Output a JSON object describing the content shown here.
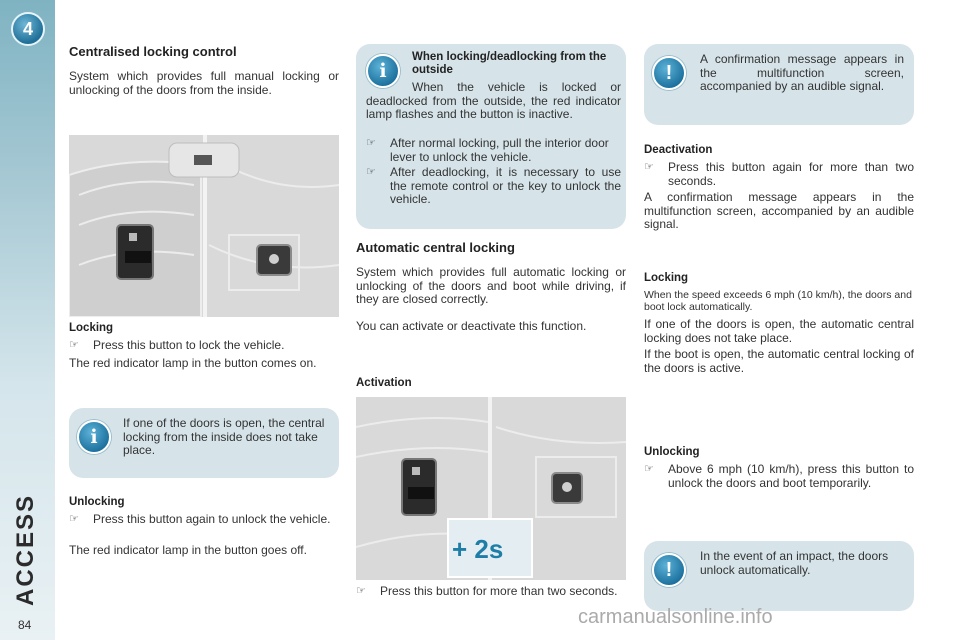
{
  "sidebar": {
    "chapter_number": "4",
    "section": "ACCESS",
    "page_number": "84"
  },
  "left": {
    "title": "Centralised locking control",
    "intro": "System which provides full manual locking or unlocking of the doors from the inside.",
    "locking_heading": "Locking",
    "locking_bullet": "Press this button to lock the vehicle.",
    "locking_text": "The red indicator lamp in the button comes on.",
    "info_box": "If one of the doors is open, the central locking from the inside does not take place.",
    "unlocking_heading": "Unlocking",
    "unlocking_bullet": "Press this button again to unlock the vehicle.",
    "unlocking_text": "The red indicator lamp in the button goes off."
  },
  "middle": {
    "info_title": "When locking/deadlocking from the outside",
    "info_text": "When the vehicle is locked or deadlocked from the outside, the red indicator lamp flashes and the button is inactive.",
    "info_bullet1": "After normal locking, pull the interior door lever to unlock the vehicle.",
    "info_bullet2": "After deadlocking, it is necessary to use the remote control or the key to unlock the vehicle.",
    "auto_title": "Automatic central locking",
    "auto_text1": "System which provides full automatic locking or unlocking of the doors and boot while driving, if they are closed correctly.",
    "auto_text2": "You can activate or deactivate this function.",
    "activation_heading": "Activation",
    "photo_badge": "+ 2s",
    "activation_bullet": "Press this button for more than two seconds."
  },
  "right": {
    "warn_box1": "A confirmation message appears in the multifunction screen, accompanied by an audible signal.",
    "deactivation_heading": "Deactivation",
    "deactivation_bullet": "Press this button again for more than two seconds.",
    "deactivation_text": "A confirmation message appears in the multifunction screen, accompanied by an audible signal.",
    "locking_heading": "Locking",
    "locking_small": "When the speed exceeds 6 mph (10 km/h), the doors and boot lock automatically.",
    "locking_text1": "If one of the doors is open, the automatic central locking does not take place.",
    "locking_text2": "If the boot is open, the automatic central locking of the doors is active.",
    "unlocking_heading": "Unlocking",
    "unlocking_bullet": "Above 6 mph (10 km/h), press this button to unlock the doors and boot temporarily.",
    "warn_box2": "In the event of an impact, the doors unlock automatically."
  },
  "watermark": "carmanualsonline.info",
  "colors": {
    "accent": "#1f6f98",
    "box": "#d6e4ea",
    "sidebar": "#7fb3c2"
  }
}
